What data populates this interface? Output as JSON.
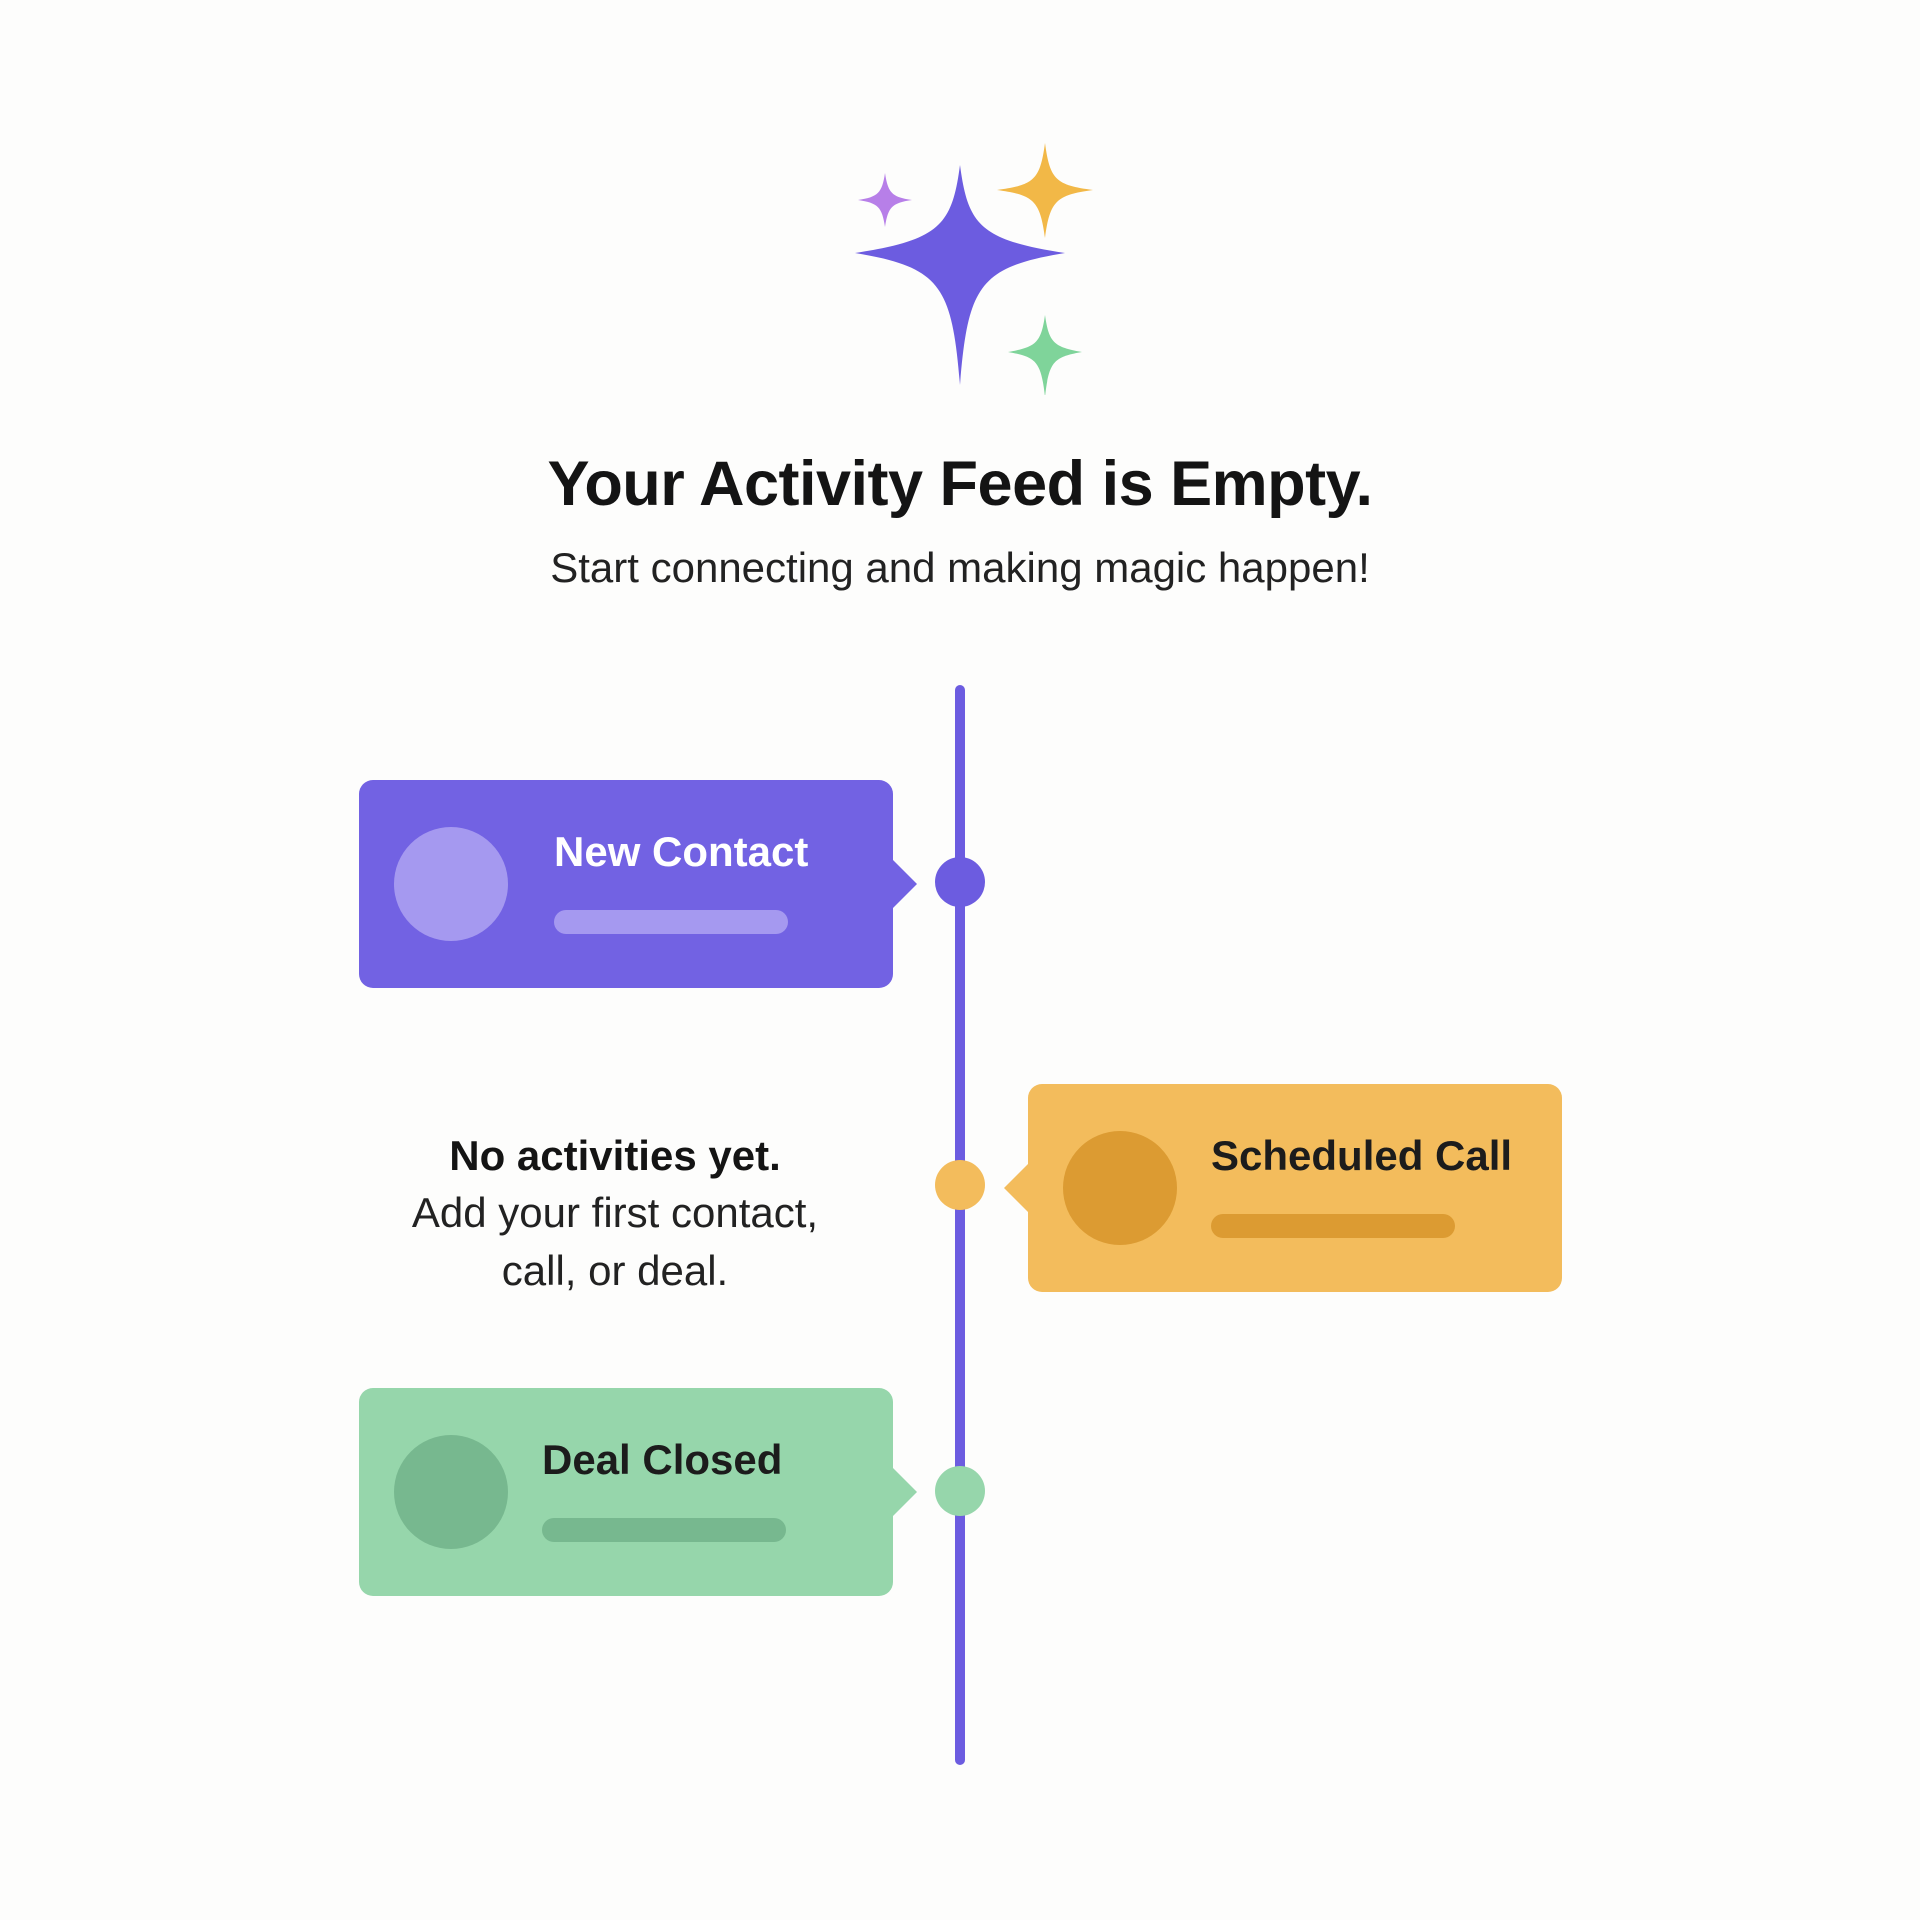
{
  "header": {
    "title": "Your Activity Feed is Empty.",
    "subtitle": "Start connecting and making magic happen!"
  },
  "icons": {
    "hero": "sparkles-icon"
  },
  "timeline": {
    "items": [
      {
        "label": "New Contact",
        "color": "#7262e3",
        "accent": "#a599f0",
        "side": "left"
      },
      {
        "label": "Scheduled Call",
        "color": "#f3bc5c",
        "accent": "#dc9b32",
        "side": "right"
      },
      {
        "label": "Deal Closed",
        "color": "#96d6ab",
        "accent": "#77b88f",
        "side": "left"
      }
    ],
    "line_color": "#6c5ce0"
  },
  "empty_state": {
    "heading": "No activities yet.",
    "line1": "Add your first contact,",
    "line2": "call, or deal."
  }
}
